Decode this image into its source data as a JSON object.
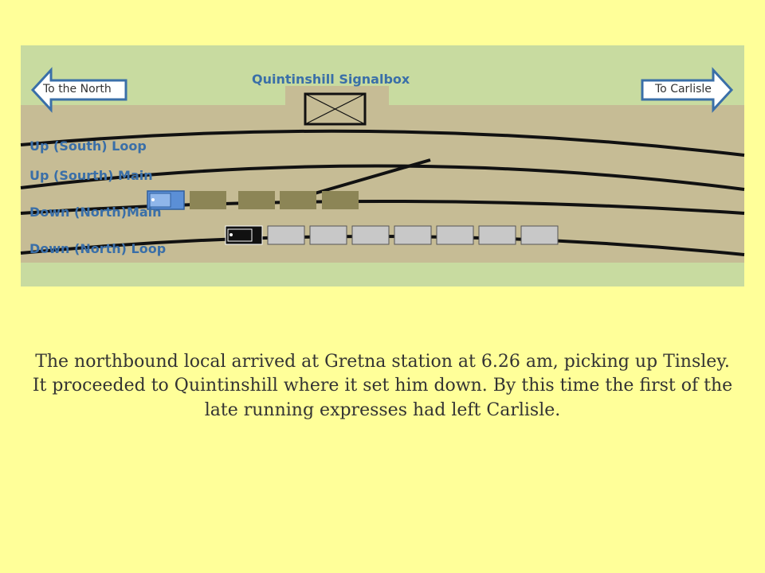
{
  "title": "Quintinshill Signalbox",
  "arrows": {
    "left": "To the North",
    "right": "To Carlisle"
  },
  "tracks": [
    "Up (South) Loop",
    "Up (Sourth) Main",
    "Down  (North)Main",
    "Down (North) Loop"
  ],
  "caption": "The northbound local arrived at Gretna station at 6.26 am, picking up Tinsley. It proceeded to Quintinshill where it set him down. By this time the first of the late running expresses had left Carlisle.",
  "colors": {
    "background": "#ffff99",
    "field": "#c8dba0",
    "ballast": "#c6bc95",
    "label": "#3a6fa8",
    "wagon_goods": "#8c8556",
    "carriage": "#c8c8c8",
    "engine_blue": "#5b8fd6",
    "engine_black": "#111111"
  },
  "trains": {
    "goods_wagons": 4,
    "local_carriages": 7
  }
}
